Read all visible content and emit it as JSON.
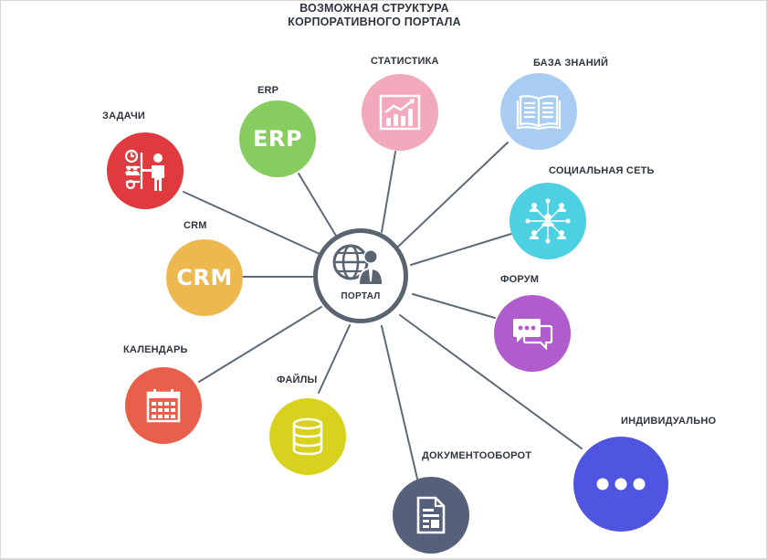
{
  "title": {
    "line1": "ВОЗМОЖНАЯ СТРУКТУРА",
    "line2": "КОРПОРАТИВНОГО ПОРТАЛА"
  },
  "center": {
    "label": "ПОРТАЛ",
    "icon": "globe-businessman-icon",
    "border_color": "#5a6471"
  },
  "nodes": {
    "tasks": {
      "label": "ЗАДАЧИ",
      "color": "#e03a3e",
      "icon": "task-board-icon"
    },
    "erp": {
      "label": "ERP",
      "icon_text": "ERP",
      "color": "#86cc5e"
    },
    "stats": {
      "label": "СТАТИСТИКА",
      "color": "#f2a9bb",
      "icon": "growth-chart-icon"
    },
    "knowledge": {
      "label": "БАЗА ЗНАНИЙ",
      "color": "#a9cdf2",
      "icon": "open-book-icon"
    },
    "social": {
      "label": "СОЦИАЛЬНАЯ СЕТЬ",
      "color": "#4dd0e1",
      "icon": "network-icon"
    },
    "crm": {
      "label": "CRM",
      "icon_text": "CRM",
      "color": "#edb94f"
    },
    "forum": {
      "label": "ФОРУМ",
      "color": "#b05ccc",
      "icon": "chat-bubbles-icon"
    },
    "calendar": {
      "label": "КАЛЕНДАРЬ",
      "color": "#e8604c",
      "icon": "calendar-icon"
    },
    "files": {
      "label": "ФАЙЛЫ",
      "color": "#d8d21e",
      "icon": "database-icon"
    },
    "docflow": {
      "label": "ДОКУМЕНТООБОРОТ",
      "color": "#57607a",
      "icon": "document-icon"
    },
    "individual": {
      "label": "ИНДИВИДУАЛЬНО",
      "color": "#4f55e0",
      "icon": "ellipsis-icon"
    }
  },
  "line_color": "#5d6b78"
}
